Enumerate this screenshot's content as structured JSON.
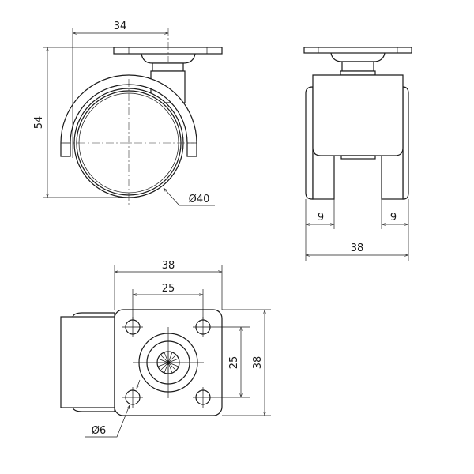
{
  "drawing": {
    "side_view": {
      "width_offset": "34",
      "height": "54",
      "wheel_diameter": "Ø40"
    },
    "front_view": {
      "left_wheel_width": "9",
      "right_wheel_width": "9",
      "overall_width": "38"
    },
    "top_view": {
      "plate_width": "38",
      "hole_spacing_x": "25",
      "hole_spacing_y": "25",
      "plate_height": "38",
      "hole_diameter": "Ø6"
    }
  }
}
